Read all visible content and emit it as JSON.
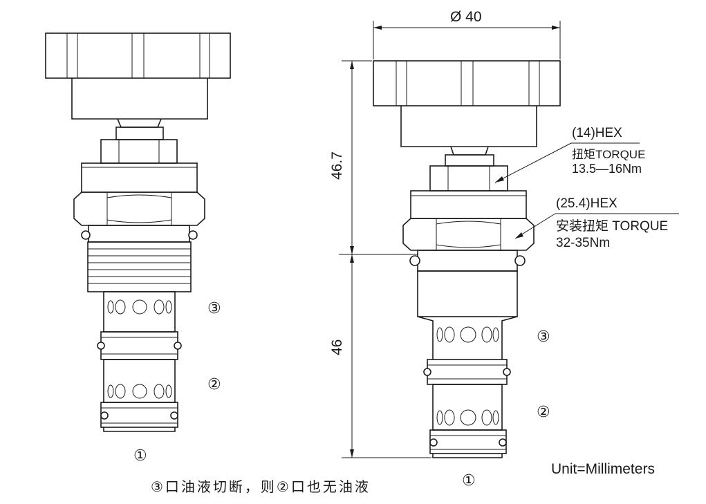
{
  "left_view": {
    "port3": "③",
    "port2": "②",
    "port1": "①"
  },
  "right_view": {
    "diameter": "Ø 40",
    "height_upper": "46.7",
    "height_lower": "46",
    "hex_small": {
      "size": "(14)HEX",
      "torque_label": "扭矩TORQUE",
      "torque_value": "13.5—16Nm"
    },
    "hex_large": {
      "size": "(25.4)HEX",
      "torque_label": "安装扭矩 TORQUE",
      "torque_value": "32-35Nm"
    },
    "port3": "③",
    "port2": "②",
    "port1": "①"
  },
  "caption": "③口油液切断，则②口也无油液",
  "unit_note": "Unit=Millimeters"
}
